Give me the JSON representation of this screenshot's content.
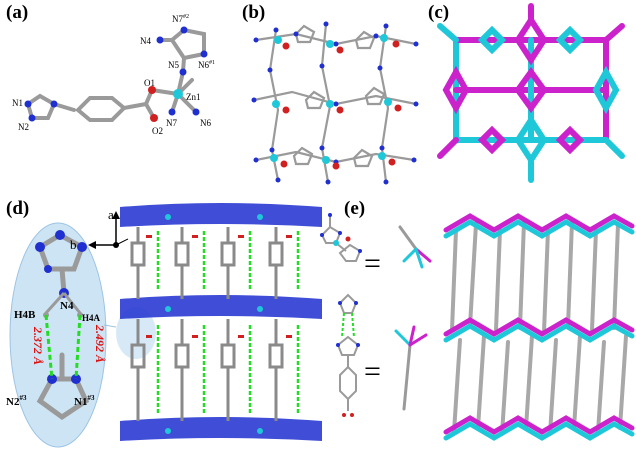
{
  "panels": {
    "a": {
      "label": "(a)",
      "atoms": {
        "n7": "N7",
        "n7_sup": "#2",
        "n4": "N4",
        "n5": "N5",
        "n6": "N6",
        "n6_sup": "#1",
        "o1": "O1",
        "zn1": "Zn1",
        "n1": "N1",
        "n2": "N2",
        "n7b": "N7",
        "n6b": "N6",
        "o2": "O2"
      }
    },
    "b": {
      "label": "(b)"
    },
    "c": {
      "label": "(c)"
    },
    "d": {
      "label": "(d)",
      "axes": {
        "a": "a",
        "b": "b"
      },
      "atoms": {
        "h4b": "H4B",
        "n4": "N4",
        "h4a": "H4A",
        "n2": "N2",
        "n2_sup": "#3",
        "n1": "N1",
        "n1_sup": "#3"
      },
      "distances": {
        "left": "2.372 Å",
        "right": "2.492 Å"
      }
    },
    "e": {
      "label": "(e)",
      "equals": "="
    }
  },
  "colors": {
    "zinc": "#1ec8d8",
    "nitrogen": "#1f2fd0",
    "oxygen": "#d02020",
    "carbon": "#a0a0a0",
    "node": "#cc22cc",
    "hbond": "#22dd22",
    "distance": "#dd1111",
    "highlight": "#cde4f4"
  }
}
